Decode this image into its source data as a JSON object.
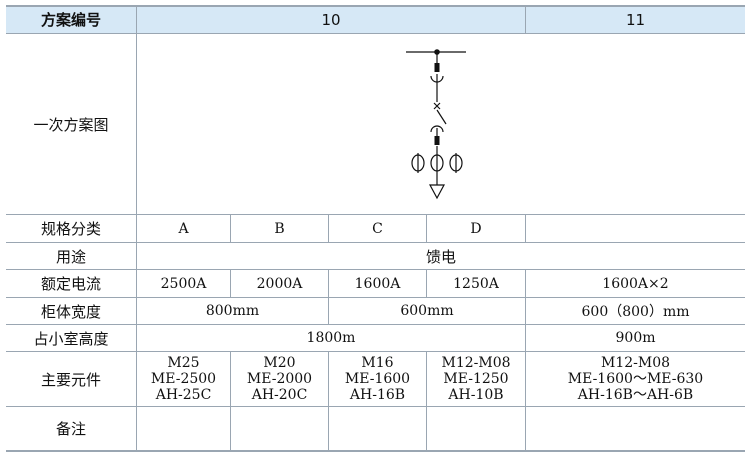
{
  "header": {
    "label": "方案编号",
    "scheme_10": "10",
    "scheme_11": "11"
  },
  "rows": {
    "diagram": {
      "label": "一次方案图"
    },
    "spec": {
      "label": "规格分类",
      "a": "A",
      "b": "B",
      "c": "C",
      "d": "D"
    },
    "usage": {
      "label": "用途",
      "value": "馈电"
    },
    "current": {
      "label": "额定电流",
      "a": "2500A",
      "b": "2000A",
      "c": "1600A",
      "d": "1250A",
      "s11": "1600A×2"
    },
    "width": {
      "label": "柜体宽度",
      "ab": "800mm",
      "cd": "600mm",
      "s11": "600（800）mm"
    },
    "height": {
      "label": "占小室高度",
      "s10": "1800m",
      "s11": "900m"
    },
    "components": {
      "label": "主要元件",
      "a": [
        "M25",
        "ME-2500",
        "AH-25C"
      ],
      "b": [
        "M20",
        "ME-2000",
        "AH-20C"
      ],
      "c": [
        "M16",
        "ME-1600",
        "AH-16B"
      ],
      "d": [
        "M12-M08",
        "ME-1250",
        "AH-10B"
      ],
      "s11": [
        "M12-M08",
        "ME-1600～ME-630",
        "AH-16B～AH-6B"
      ]
    },
    "remarks": {
      "label": "备注"
    }
  },
  "colors": {
    "header_bg": "#d6e8f6",
    "grid": "#9aa6b2",
    "text": "#111111"
  }
}
